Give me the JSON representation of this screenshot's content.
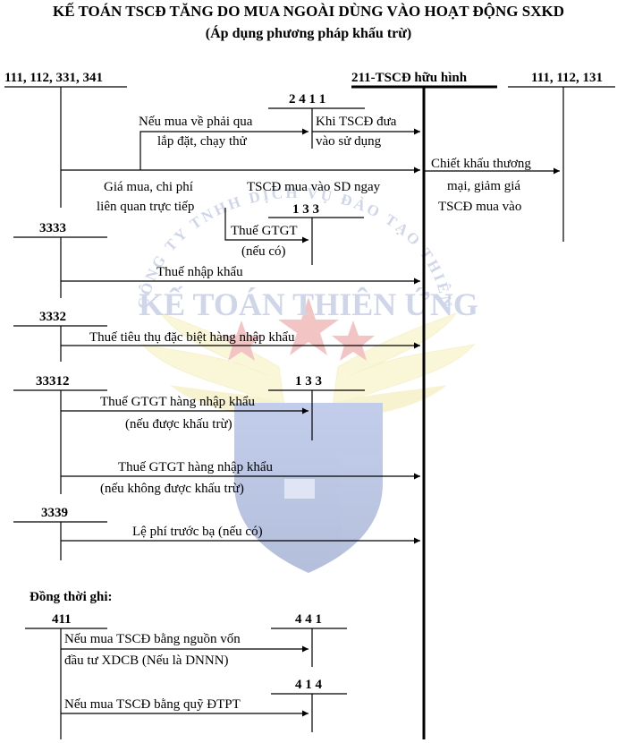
{
  "title": "KẾ TOÁN TSCĐ TĂNG DO MUA NGOÀI DÙNG VÀO HOẠT ĐỘNG SXKD",
  "subtitle": "(Áp dụng phương pháp khấu trừ)",
  "accounts": {
    "source": "111, 112, 331, 341",
    "main": "211-TSCĐ hữu hình",
    "right": "111, 112, 131",
    "a2411": "2 4 1 1",
    "a133_top": "1 3 3",
    "a3333": "3333",
    "a3332": "3332",
    "a33312": "33312",
    "a133_mid": "1 3 3",
    "a3339": "3339",
    "a411": "411",
    "a441": "4 4 1",
    "a414": "4 1 4"
  },
  "labels": {
    "install_1": "Nếu mua về phải qua",
    "install_2": "lắp đặt, chạy thử",
    "use_1": "Khi TSCĐ đưa",
    "use_2": "vào sử dụng",
    "price_1": "Giá mua, chi phí",
    "price_2": "liên quan trực tiếp",
    "direct": "TSCĐ mua vào SD ngay",
    "discount_1": "Chiết khấu thương",
    "discount_2": "mại, giảm giá",
    "discount_3": "TSCĐ mua vào",
    "vat_1": "Thuế GTGT",
    "vat_2": "(nếu có)",
    "import_tax": "Thuế nhập khẩu",
    "excise_tax": "Thuế tiêu thụ đặc biệt hàng nhập khẩu",
    "import_vat_ded_1": "Thuế GTGT hàng nhập khẩu",
    "import_vat_ded_2": "(nếu  được khấu trừ)",
    "import_vat_nd_1": "Thuế GTGT hàng nhập khẩu",
    "import_vat_nd_2": "(nếu không được khấu trừ)",
    "reg_fee": "Lệ phí trước bạ (nếu có)",
    "simultaneous": "Đồng thời ghi:",
    "xdcb_1": "Nếu mua TSCĐ bằng nguồn vốn",
    "xdcb_2": "đầu tư XDCB (Nếu là DNNN)",
    "dtpt": "Nếu mua TSCĐ bằng quỹ ĐTPT"
  },
  "watermark": {
    "arc_text": "CÔNG TY TNHH DỊCH VỤ ĐÀO TẠO THIÊN ỨNG",
    "brand": "KẾ TOÁN THIÊN ỨNG",
    "colors": {
      "star": "#d9534f",
      "wing": "#f0e68c",
      "shield": "#2f4fa8",
      "text": "#6f86c2"
    }
  }
}
